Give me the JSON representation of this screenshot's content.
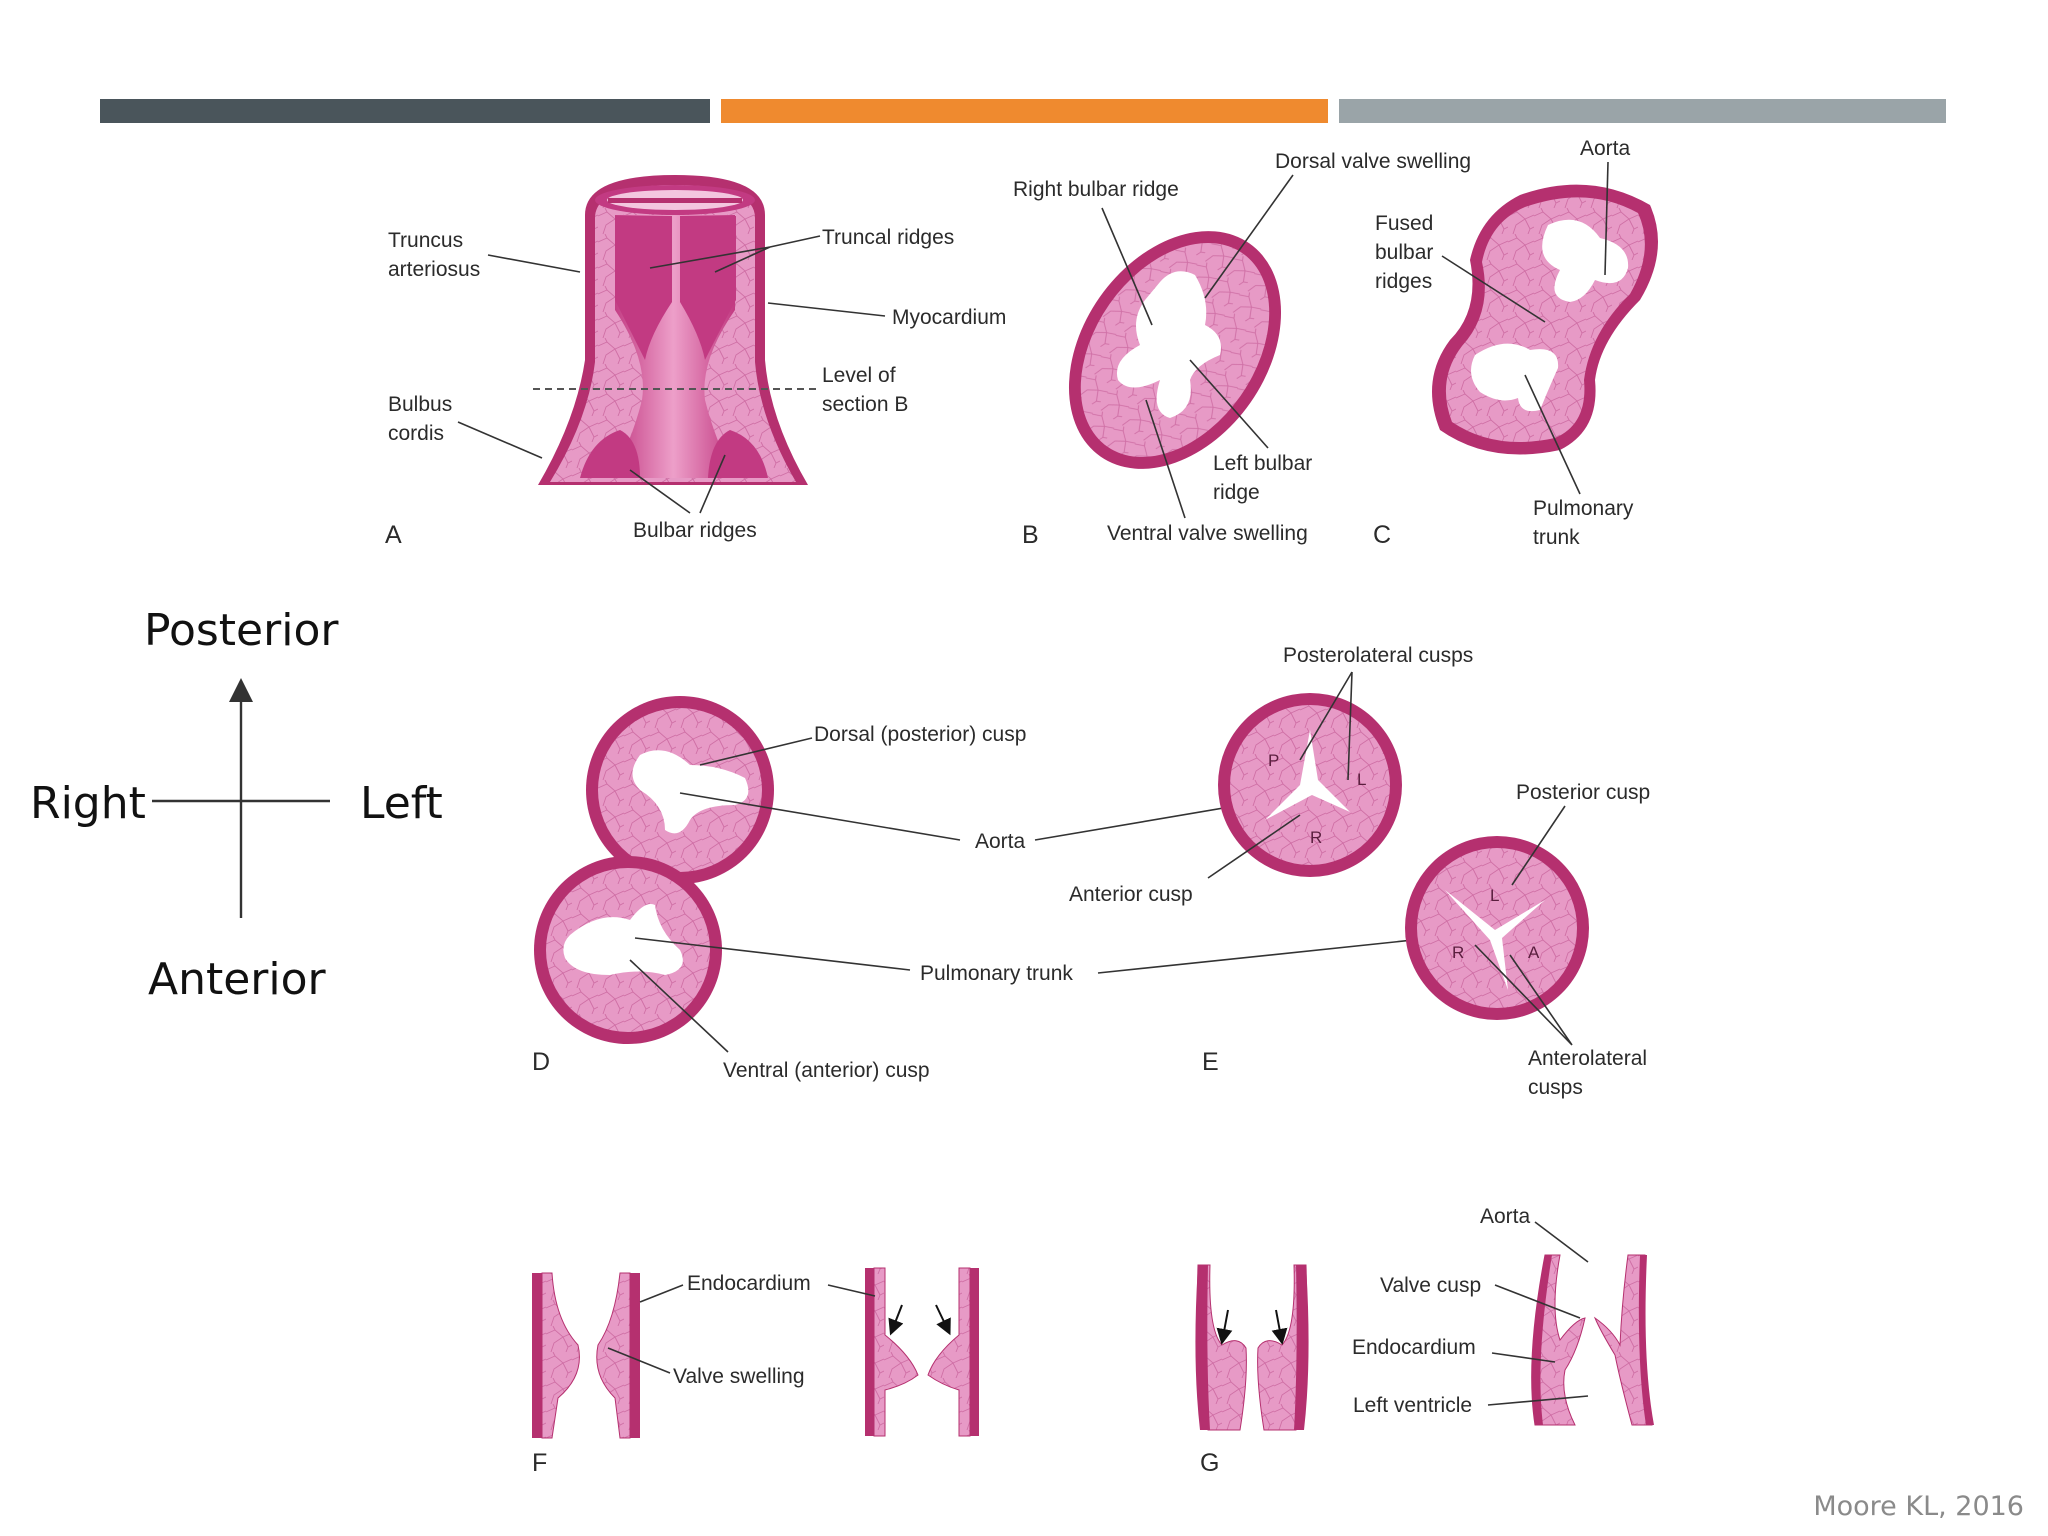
{
  "header_bars": [
    {
      "name": "header-bar-dark",
      "color": "#4a555b"
    },
    {
      "name": "header-bar-orange",
      "color": "#ef8a2f"
    },
    {
      "name": "header-bar-gray",
      "color": "#9aa4a8"
    }
  ],
  "colors": {
    "tissue": "#e79ac6",
    "tissue_dark": "#b5306f",
    "wall": "#c23a82",
    "lumen": "#ffffff",
    "line": "#333333"
  },
  "orientation": {
    "posterior": "Posterior",
    "anterior": "Anterior",
    "right": "Right",
    "left": "Left"
  },
  "panels": {
    "a": {
      "letter": "A",
      "labels": {
        "truncus": [
          "Truncus",
          "arteriosus"
        ],
        "truncal_ridges": "Truncal ridges",
        "myocardium": "Myocardium",
        "level": [
          "Level of",
          "section B"
        ],
        "bulbus": [
          "Bulbus",
          "cordis"
        ],
        "bulbar_ridges": "Bulbar ridges"
      }
    },
    "b": {
      "letter": "B",
      "labels": {
        "right_bulbar": "Right bulbar ridge",
        "dorsal_swelling": "Dorsal valve swelling",
        "left_bulbar": [
          "Left bulbar",
          "ridge"
        ],
        "ventral_swelling": "Ventral valve swelling"
      }
    },
    "c": {
      "letter": "C",
      "labels": {
        "aorta": "Aorta",
        "fused": [
          "Fused",
          "bulbar",
          "ridges"
        ],
        "pulmonary": [
          "Pulmonary",
          "trunk"
        ]
      }
    },
    "d": {
      "letter": "D",
      "labels": {
        "dorsal_cusp": "Dorsal (posterior) cusp",
        "aorta": "Aorta",
        "pulmonary": "Pulmonary trunk",
        "ventral_cusp": "Ventral (anterior) cusp"
      }
    },
    "e": {
      "letter": "E",
      "labels": {
        "posterolateral": "Posterolateral cusps",
        "posterior_cusp": "Posterior cusp",
        "anterior_cusp": "Anterior cusp",
        "anterolateral": [
          "Anterolateral",
          "cusps"
        ]
      },
      "aortic_cusps": {
        "p": "P",
        "l": "L",
        "r": "R"
      },
      "pulmonary_cusps": {
        "l": "L",
        "r": "R",
        "a": "A"
      }
    },
    "f": {
      "letter": "F",
      "labels": {
        "endocardium": "Endocardium",
        "valve_swelling": "Valve swelling"
      }
    },
    "g": {
      "letter": "G",
      "labels": {
        "aorta": "Aorta",
        "valve_cusp": "Valve cusp",
        "endocardium": "Endocardium",
        "left_ventricle": "Left ventricle"
      }
    }
  },
  "citation": "Moore KL, 2016"
}
